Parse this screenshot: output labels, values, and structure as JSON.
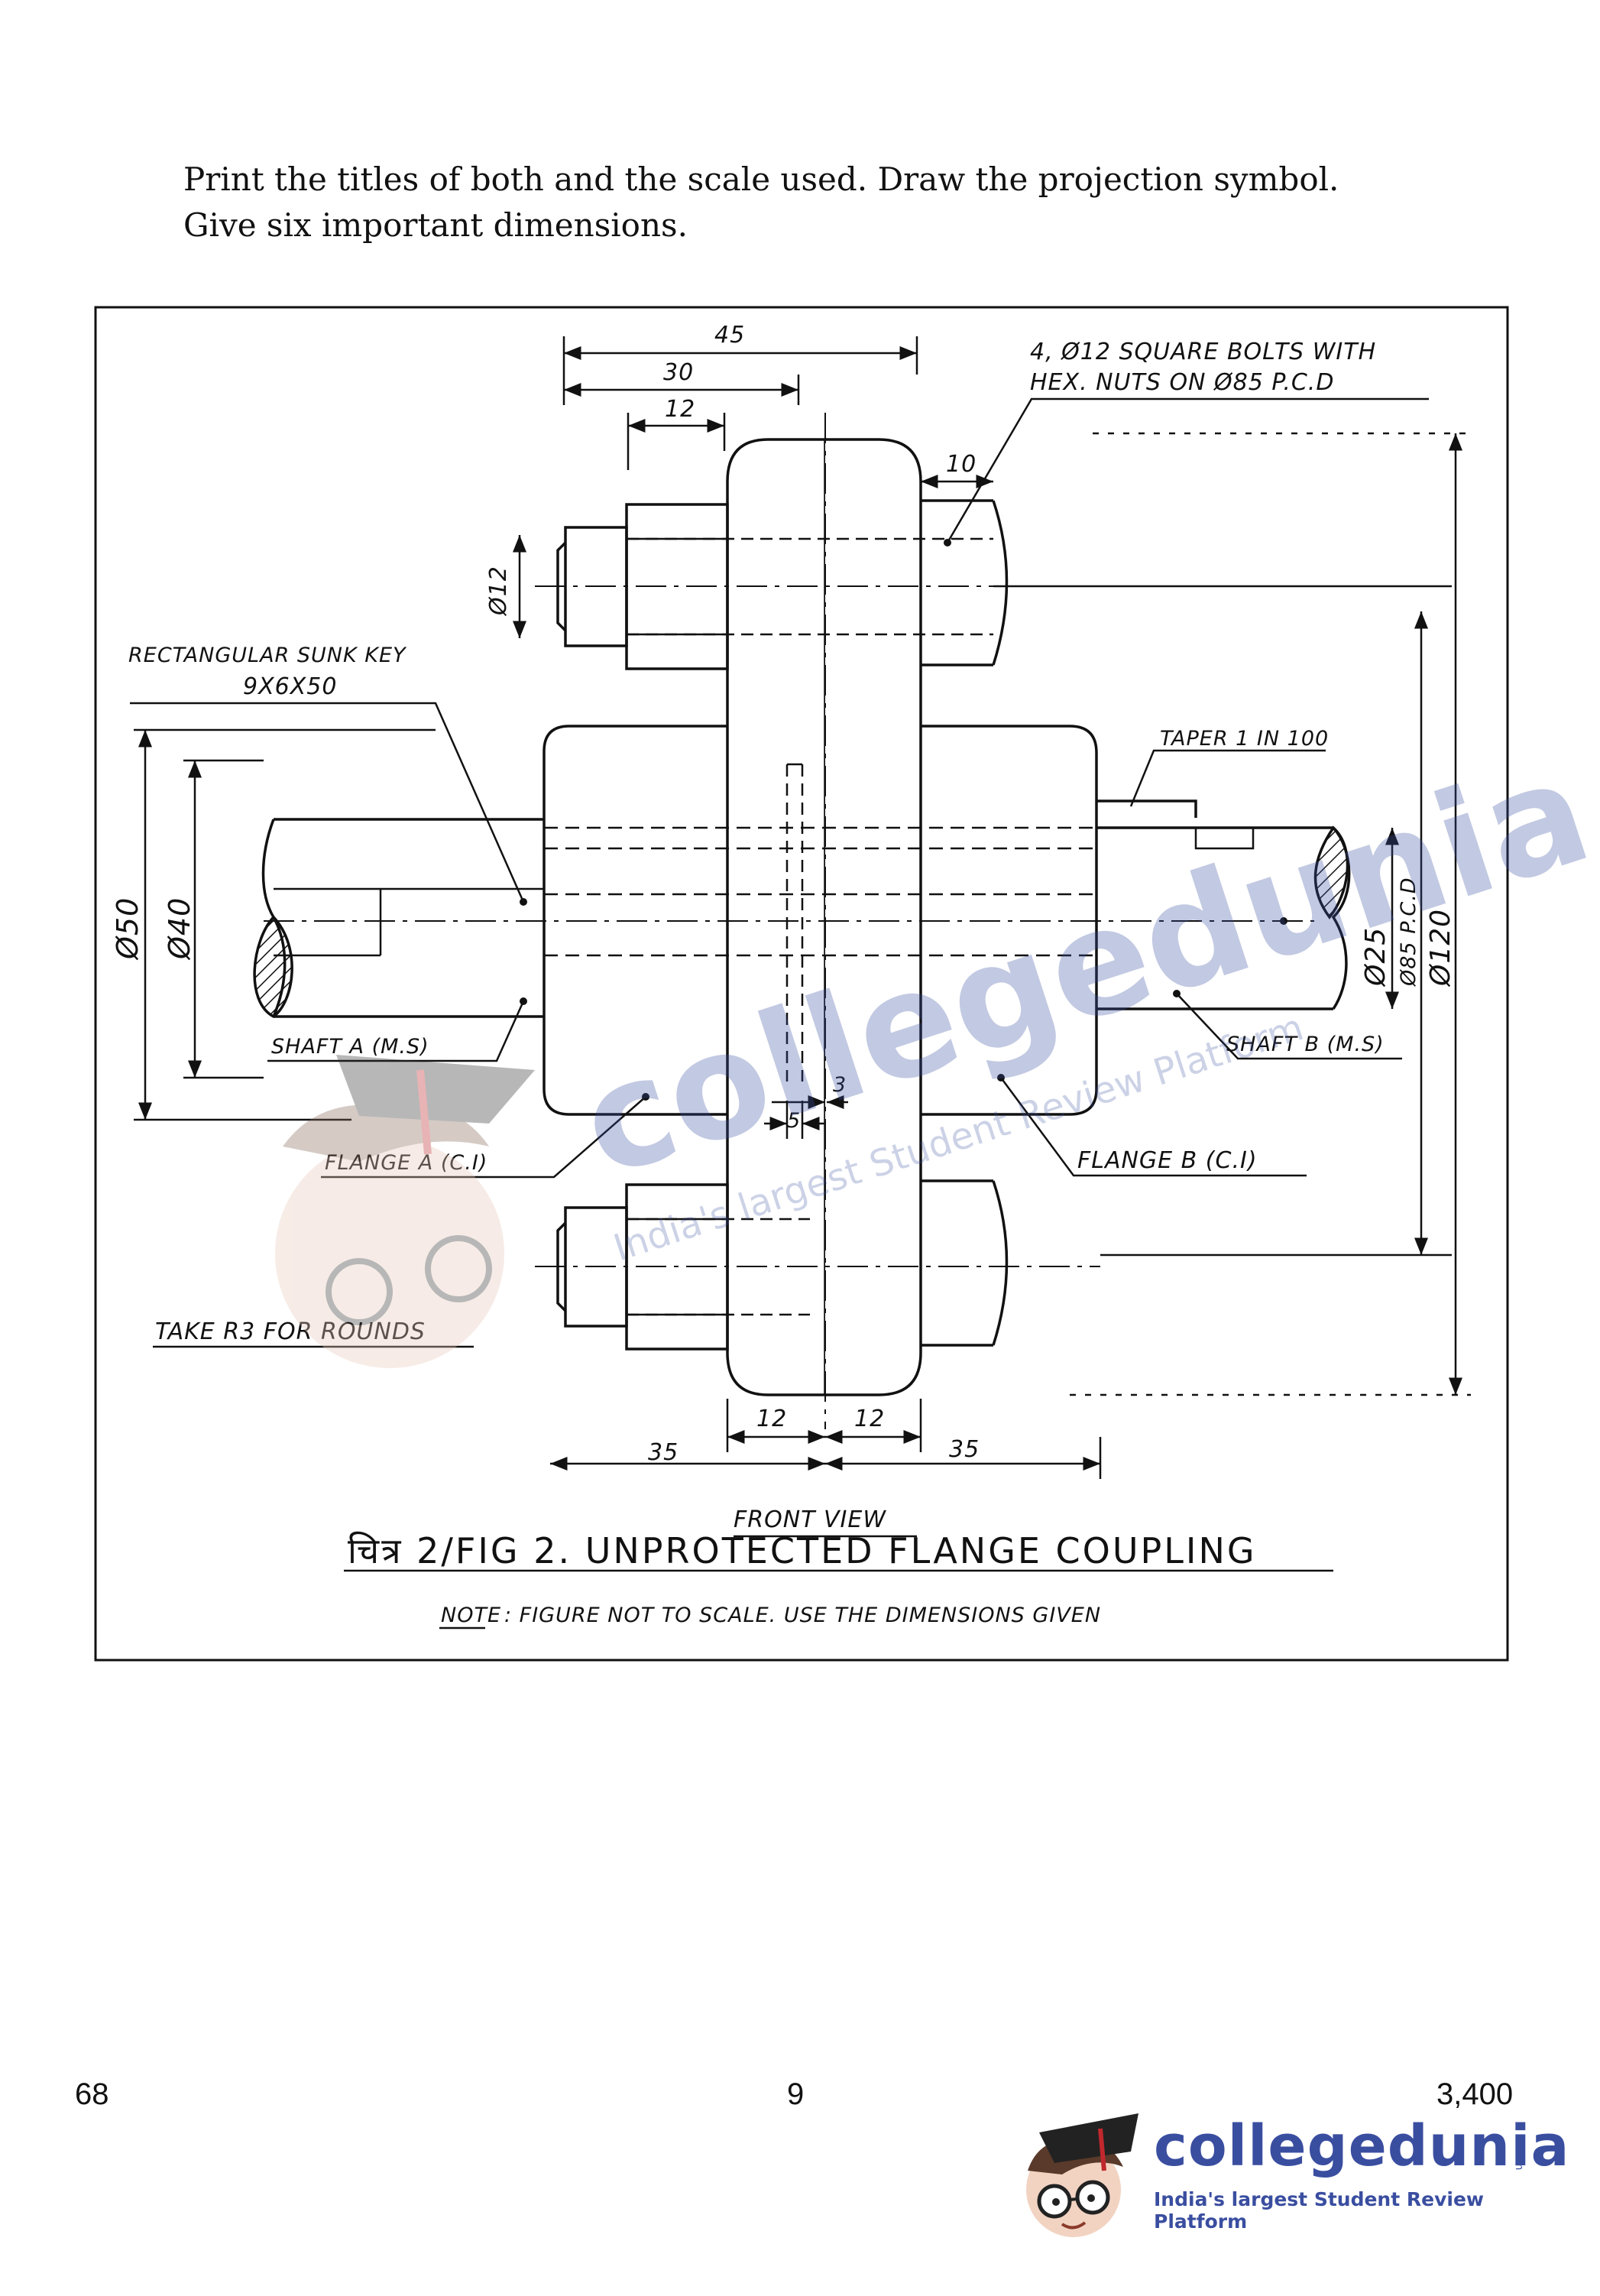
{
  "intro": {
    "line1": "Print the titles of both and the scale used. Draw the projection symbol.",
    "line2": "Give six important dimensions."
  },
  "figure": {
    "dims": {
      "top45": "45",
      "top30": "30",
      "top12": "12",
      "bolt_dia": "Ø12",
      "nut10": "10",
      "bot12_left": "12",
      "bot12_right": "12",
      "bot35_left": "35",
      "bot35_right": "35",
      "d50": "Ø50",
      "d40": "Ø40",
      "d25": "Ø25",
      "d85": "Ø85 P.C.D",
      "d120": "Ø120",
      "dim3": "3",
      "dim5": "5"
    },
    "labels": {
      "bolts_line1": "4, Ø12 SQUARE BOLTS WITH",
      "bolts_line2": "HEX. NUTS ON Ø85 P.C.D",
      "key_line1": "RECTANGULAR SUNK KEY",
      "key_line2": "9X6X50",
      "taper": "TAPER 1 IN 100",
      "shaft_a": "SHAFT A (M.S)",
      "shaft_b": "SHAFT B (M.S)",
      "flange_a": "FLANGE A (C.I)",
      "flange_b": "FLANGE B (C.I)",
      "rounds": "TAKE R3 FOR ROUNDS",
      "view": "FRONT VIEW",
      "title": "चित्र 2/FIG 2. UNPROTECTED  FLANGE  COUPLING",
      "note_label": "NOTE",
      "note_text": ": FIGURE  NOT  TO  SCALE. USE  THE  DIMENSIONS  GIVEN"
    }
  },
  "watermark": {
    "word": "collegedunia",
    "tagline": "India's largest Student Review Platform"
  },
  "footer": {
    "left": "68",
    "center": "9",
    "right": "3,400"
  },
  "logo": {
    "word": "collegedunia",
    "com": ".com",
    "tagline": "India's largest Student Review Platform"
  },
  "colors": {
    "logo_blue": "#3a4ea0",
    "cap_red": "#c0282d"
  }
}
